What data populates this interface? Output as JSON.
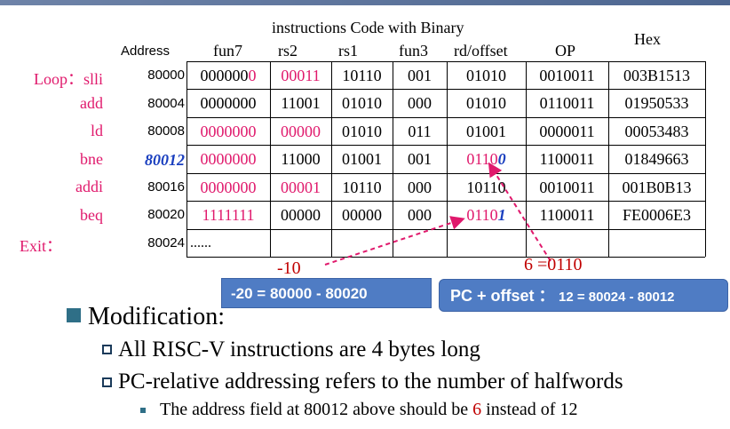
{
  "header": {
    "title": "instructions Code with Binary",
    "address": "Address",
    "fun7": "fun7",
    "rs2": "rs2",
    "rs1": "rs1",
    "fun3": "fun3",
    "rd_offset": "rd/offset",
    "op": "OP",
    "hex": "Hex"
  },
  "rows": [
    {
      "label": "Loop：slli",
      "address": "80000",
      "fun7_a": "000000",
      "fun7_b": "0",
      "rs2": "00011",
      "rs1": "10110",
      "fun3": "001",
      "rd": "01010",
      "op": "0010011",
      "hex": "003B1513"
    },
    {
      "label": "add",
      "address": "80004",
      "fun7": "0000000",
      "rs2": "11001",
      "rs1": "01010",
      "fun3": "000",
      "rd": "01010",
      "op": "0110011",
      "hex": "01950533"
    },
    {
      "label": "ld",
      "address": "80008",
      "fun7": "0000000",
      "rs2": "00000",
      "rs1": "01010",
      "fun3": "011",
      "rd": "01001",
      "op": "0000011",
      "hex": "00053483"
    },
    {
      "label": "bne",
      "address": "80012",
      "fun7": "0000000",
      "rs2": "11000",
      "rs1": "01001",
      "fun3": "001",
      "rd_a": "0110",
      "rd_b": "0",
      "op": "1100011",
      "hex": "01849663"
    },
    {
      "label": "addi",
      "address": "80016",
      "fun7": "0000000",
      "rs2": "00001",
      "rs1": "10110",
      "fun3": "000",
      "rd": "10110",
      "op": "0010011",
      "hex": "001B0B13"
    },
    {
      "label": "beq",
      "address": "80020",
      "fun7": "1111111",
      "rs2": "00000",
      "rs1": "00000",
      "fun3": "000",
      "rd_a": "0110",
      "rd_b": "1",
      "op": "1100011",
      "hex": "FE0006E3"
    },
    {
      "label": "Exit：",
      "address": "80024",
      "fun7": "......"
    }
  ],
  "annotations": {
    "minus10": "-10",
    "six_eq": "6  =0110",
    "left_callout": "-20 = 80000 - 80020",
    "right_callout_main": "PC + offset  ：",
    "right_callout_small": "12 = 80024 - 80012"
  },
  "bullets": {
    "level1": "Modification:",
    "level2_a": "All RISC-V instructions are 4 bytes long",
    "level2_b": "PC-relative addressing refers to the number of halfwords",
    "level3_prefix": "The address field at 80012 above should be ",
    "level3_value": "6",
    "level3_suffix": " instead of 12"
  },
  "colors": {
    "pink": "#e0196c",
    "blue": "#1a3fbf",
    "red": "#c00000",
    "callout_blue": "#4f7cc4"
  }
}
